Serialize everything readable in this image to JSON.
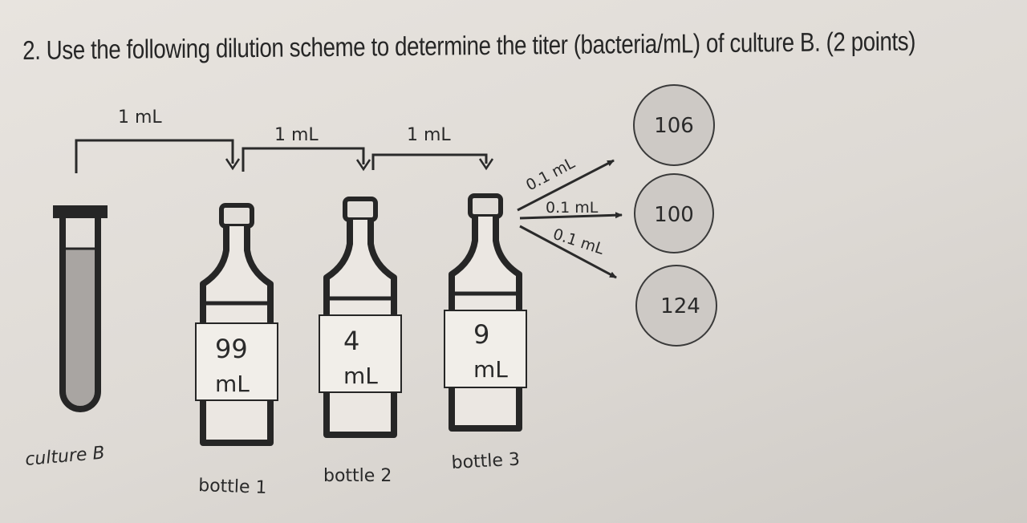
{
  "question": "2. Use the following dilution scheme to determine the titer (bacteria/mL) of culture B. (2 points)",
  "transfers": [
    "1 mL",
    "1 mL",
    "1 mL"
  ],
  "culture": {
    "label": "culture B"
  },
  "bottles": [
    {
      "label": "bottle 1",
      "volume": "99",
      "unit": "mL"
    },
    {
      "label": "bottle 2",
      "volume": "4",
      "unit": "mL"
    },
    {
      "label": "bottle 3",
      "volume": "9",
      "unit": "mL"
    }
  ],
  "platings": [
    "0.1 mL",
    "0.1 mL",
    "0.1 mL"
  ],
  "plates": [
    "106",
    "100",
    "124"
  ]
}
